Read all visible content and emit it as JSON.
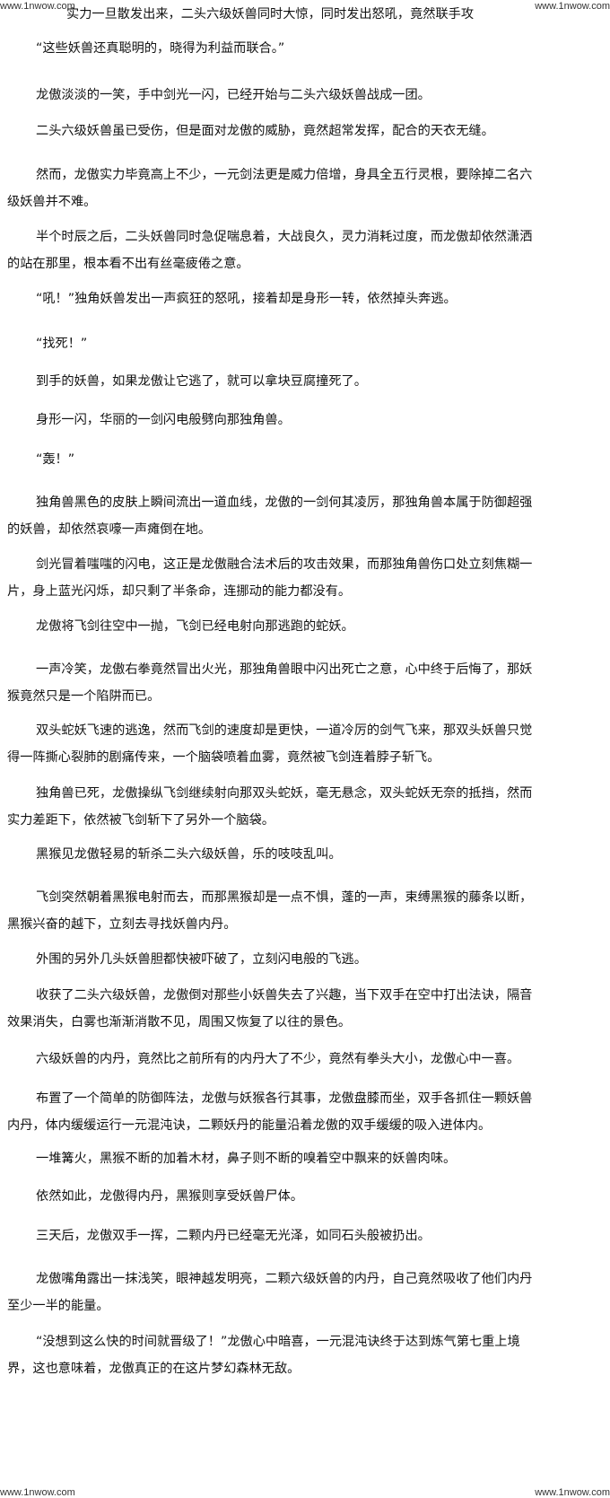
{
  "watermarks": {
    "top_left": "www.1nwow.com",
    "top_right": "www.1nwow.com",
    "bottom_left": "www.1nwow.com",
    "bottom_right": "www.1nwow.com"
  },
  "paragraphs": [
    {
      "lines": [
        "实力一旦散发出来，二头六级妖兽同时大惊，同时发出怒吼，竟然联手攻"
      ]
    },
    {
      "lines": [
        "“这些妖兽还真聪明的，晓得为利益而联合。”"
      ]
    },
    {
      "lines": [
        "龙傲淡淡的一笑，手中剑光一闪，已经开始与二头六级妖兽战成一团。"
      ]
    },
    {
      "lines": [
        "二头六级妖兽虽已受伤，但是面对龙傲的威胁，竟然超常发挥，配合的天衣无缝。"
      ]
    },
    {
      "lines": [
        "然而，龙傲实力毕竟高上不少，一元剑法更是威力倍增，身具全五行灵根，要除掉二名六",
        "级妖兽并不难。"
      ]
    },
    {
      "lines": [
        "半个时辰之后，二头妖兽同时急促喘息着，大战良久，灵力消耗过度，而龙傲却依然潇洒",
        "的站在那里，根本看不出有丝毫疲倦之意。"
      ]
    },
    {
      "lines": [
        "“吼！”独角妖兽发出一声疯狂的怒吼，接着却是身形一转，依然掉头奔逃。"
      ]
    },
    {
      "lines": [
        "“找死！”"
      ]
    },
    {
      "lines": [
        "到手的妖兽，如果龙傲让它逃了，就可以拿块豆腐撞死了。"
      ]
    },
    {
      "lines": [
        "身形一闪，华丽的一剑闪电般劈向那独角兽。"
      ]
    },
    {
      "lines": [
        "“轰！”"
      ]
    },
    {
      "lines": [
        "独角兽黑色的皮肤上瞬间流出一道血线，龙傲的一剑何其凌厉，那独角兽本属于防御超强",
        "的妖兽，却依然哀嚎一声瘫倒在地。"
      ]
    },
    {
      "lines": [
        "剑光冒着嗤嗤的闪电，这正是龙傲融合法术后的攻击效果，而那独角兽伤口处立刻焦糊一",
        "片，身上蓝光闪烁，却只剩了半条命，连挪动的能力都没有。"
      ]
    },
    {
      "lines": [
        "龙傲将飞剑往空中一抛，飞剑已经电射向那逃跑的蛇妖。"
      ]
    },
    {
      "lines": [
        "一声冷笑，龙傲右拳竟然冒出火光，那独角兽眼中闪出死亡之意，心中终于后悔了，那妖",
        "猴竟然只是一个陷阱而已。"
      ]
    },
    {
      "lines": [
        "双头蛇妖飞速的逃逸，然而飞剑的速度却是更快，一道冷厉的剑气飞来，那双头妖兽只觉",
        "得一阵撕心裂肺的剧痛传来，一个脑袋喷着血雾，竟然被飞剑连着脖子斩飞。"
      ]
    },
    {
      "lines": [
        "独角兽已死，龙傲操纵飞剑继续射向那双头蛇妖，毫无悬念，双头蛇妖无奈的抵挡，然而",
        "实力差距下，依然被飞剑斩下了另外一个脑袋。"
      ]
    },
    {
      "lines": [
        "黑猴见龙傲轻易的斩杀二头六级妖兽，乐的吱吱乱叫。"
      ]
    },
    {
      "lines": [
        "飞剑突然朝着黑猴电射而去，而那黑猴却是一点不惧，蓬的一声，束缚黑猴的藤条以断，",
        "黑猴兴奋的越下，立刻去寻找妖兽内丹。"
      ]
    },
    {
      "lines": [
        "外围的另外几头妖兽胆都快被吓破了，立刻闪电般的飞逃。"
      ]
    },
    {
      "lines": [
        "收获了二头六级妖兽，龙傲倒对那些小妖兽失去了兴趣，当下双手在空中打出法诀，隔音",
        "效果消失，白雾也渐渐消散不见，周围又恢复了以往的景色。"
      ]
    },
    {
      "lines": [
        "六级妖兽的内丹，竟然比之前所有的内丹大了不少，竟然有拳头大小，龙傲心中一喜。"
      ]
    },
    {
      "lines": [
        "布置了一个简单的防御阵法，龙傲与妖猴各行其事，龙傲盘膝而坐，双手各抓住一颗妖兽",
        "内丹，体内缓缓运行一元混沌诀，二颗妖丹的能量沿着龙傲的双手缓缓的吸入进体内。"
      ]
    },
    {
      "lines": [
        "一堆篝火，黑猴不断的加着木材，鼻子则不断的嗅着空中飘来的妖兽肉味。"
      ]
    },
    {
      "lines": [
        "依然如此，龙傲得内丹，黑猴则享受妖兽尸体。"
      ]
    },
    {
      "lines": [
        "三天后，龙傲双手一挥，二颗内丹已经毫无光泽，如同石头般被扔出。"
      ]
    },
    {
      "lines": [
        "龙傲嘴角露出一抹浅笑，眼神越发明亮，二颗六级妖兽的内丹，自己竟然吸收了他们内丹",
        "至少一半的能量。"
      ]
    },
    {
      "lines": [
        "“没想到这么快的时间就晋级了！”龙傲心中暗喜，一元混沌诀终于达到炼气第七重上境",
        "界，这也意味着，龙傲真正的在这片梦幻森林无敌。"
      ]
    }
  ]
}
